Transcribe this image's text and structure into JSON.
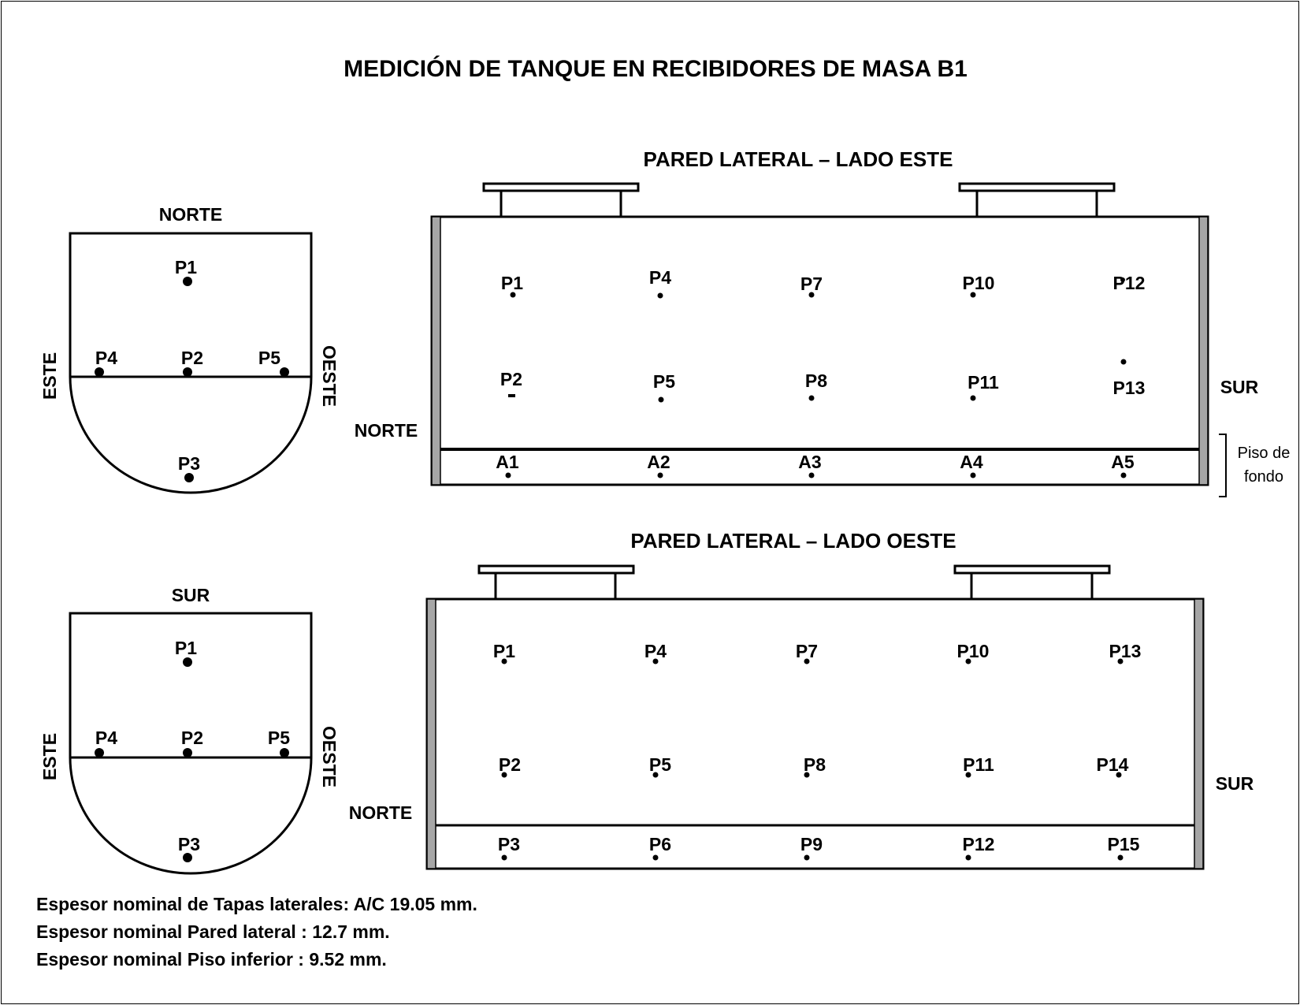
{
  "title": "MEDICIÓN DE TANQUE EN RECIBIDORES DE MASA B1",
  "top_section": {
    "end_view": {
      "top_label": "NORTE",
      "left_label": "ESTE",
      "right_label": "OESTE",
      "points": [
        "P1",
        "P2",
        "P3",
        "P4",
        "P5"
      ]
    },
    "side_view": {
      "title": "PARED LATERAL – LADO ESTE",
      "left_label": "NORTE",
      "right_label": "SUR",
      "row1": [
        "P1",
        "P4",
        "P7",
        "P10",
        "P12"
      ],
      "row2": [
        "P2",
        "P5",
        "P8",
        "P11",
        "P13"
      ],
      "bottom_row": [
        "A1",
        "A2",
        "A3",
        "A4",
        "A5"
      ],
      "bracket_label_line1": "Piso de",
      "bracket_label_line2": "fondo"
    }
  },
  "bottom_section": {
    "end_view": {
      "top_label": "SUR",
      "left_label": "ESTE",
      "right_label": "OESTE",
      "points": [
        "P1",
        "P2",
        "P3",
        "P4",
        "P5"
      ]
    },
    "side_view": {
      "title": "PARED LATERAL – LADO OESTE",
      "left_label": "NORTE",
      "right_label": "SUR",
      "row1": [
        "P1",
        "P4",
        "P7",
        "P10",
        "P13"
      ],
      "row2": [
        "P2",
        "P5",
        "P8",
        "P11",
        "P14"
      ],
      "bottom_row": [
        "P3",
        "P6",
        "P9",
        "P12",
        "P15"
      ]
    }
  },
  "notes": [
    "Espesor nominal de Tapas laterales: A/C 19.05 mm.",
    "Espesor nominal Pared lateral : 12.7 mm.",
    "Espesor nominal Piso inferior : 9.52 mm."
  ]
}
